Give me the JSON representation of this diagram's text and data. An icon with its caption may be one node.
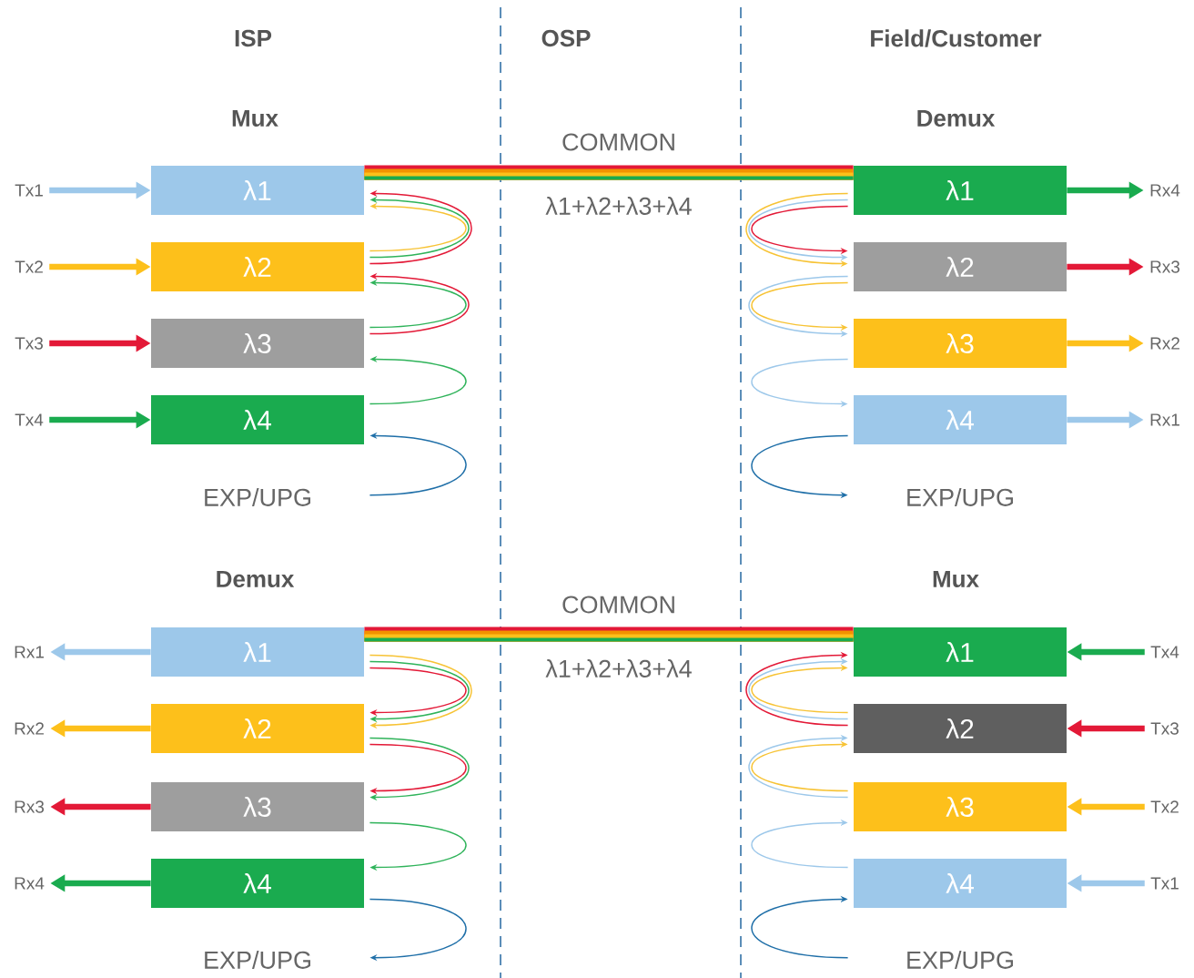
{
  "diagram": {
    "nodes": [
      {
        "text": [
          "Tx1"
        ]
      },
      {
        "text": [
          "λ1"
        ]
      },
      {
        "text": [
          "Tx2"
        ]
      },
      {
        "text": [
          "λ2"
        ]
      },
      {
        "text": [
          "Tx3"
        ]
      },
      {
        "text": [
          "λ3"
        ]
      },
      {
        "text": [
          "Tx4"
        ]
      },
      {
        "text": [
          "λ4"
        ]
      },
      {
        "text": [
          "EXP/UPG"
        ]
      },
      {
        "text": [
          "λ1"
        ]
      },
      {
        "text": [
          "Rx4"
        ]
      },
      {
        "text": [
          "λ2"
        ]
      },
      {
        "text": [
          "Rx3"
        ]
      },
      {
        "text": [
          "λ3"
        ]
      },
      {
        "text": [
          "Rx2"
        ]
      },
      {
        "text": [
          "λ4"
        ]
      },
      {
        "text": [
          "Rx1"
        ]
      },
      {
        "text": [
          "EXP/UPG"
        ]
      },
      {
        "text": [
          "Rx1"
        ]
      },
      {
        "text": [
          "λ1"
        ]
      },
      {
        "text": [
          "Rx2"
        ]
      },
      {
        "text": [
          "λ2"
        ]
      },
      {
        "text": [
          "Rx3"
        ]
      },
      {
        "text": [
          "λ3"
        ]
      },
      {
        "text": [
          "Rx4"
        ]
      },
      {
        "text": [
          "λ4"
        ]
      },
      {
        "text": [
          "EXP/UPG"
        ]
      },
      {
        "text": [
          "λ1"
        ]
      },
      {
        "text": [
          "Tx4"
        ]
      },
      {
        "text": [
          "λ2"
        ]
      },
      {
        "text": [
          "Tx3"
        ]
      },
      {
        "text": [
          "λ3"
        ]
      },
      {
        "text": [
          "Tx2"
        ]
      },
      {
        "text": [
          "λ4"
        ]
      },
      {
        "text": [
          "Tx1"
        ]
      },
      {
        "text": [
          "EXP/UPG"
        ]
      }
    ],
    "edges": [
      {
        "from": 0,
        "to": 1,
        "arrow": "to",
        "style": "thick",
        "color": "#9dc8ea"
      },
      {
        "from": 2,
        "to": 3,
        "arrow": "to",
        "style": "thick",
        "color": "#fdc01b"
      },
      {
        "from": 4,
        "to": 5,
        "arrow": "to",
        "style": "thick",
        "color": "#e31937"
      },
      {
        "from": 6,
        "to": 7,
        "arrow": "to",
        "style": "thick",
        "color": "#1aab4f"
      },
      {
        "from": 9,
        "to": 10,
        "arrow": "to",
        "style": "thick",
        "color": "#1aab4f"
      },
      {
        "from": 11,
        "to": 12,
        "arrow": "to",
        "style": "thick",
        "color": "#e31937"
      },
      {
        "from": 13,
        "to": 14,
        "arrow": "to",
        "style": "thick",
        "color": "#fdc01b"
      },
      {
        "from": 15,
        "to": 16,
        "arrow": "to",
        "style": "thick",
        "color": "#9dc8ea"
      },
      {
        "from": 19,
        "to": 18,
        "arrow": "to",
        "style": "thick",
        "color": "#9dc8ea"
      },
      {
        "from": 21,
        "to": 20,
        "arrow": "to",
        "style": "thick",
        "color": "#fdc01b"
      },
      {
        "from": 23,
        "to": 22,
        "arrow": "to",
        "style": "thick",
        "color": "#e31937"
      },
      {
        "from": 25,
        "to": 24,
        "arrow": "to",
        "style": "thick",
        "color": "#1aab4f"
      },
      {
        "from": 28,
        "to": 27,
        "arrow": "to",
        "style": "thick",
        "color": "#1aab4f"
      },
      {
        "from": 30,
        "to": 29,
        "arrow": "to",
        "style": "thick",
        "color": "#e31937"
      },
      {
        "from": 32,
        "to": 31,
        "arrow": "to",
        "style": "thick",
        "color": "#fdc01b"
      },
      {
        "from": 34,
        "to": 33,
        "arrow": "to",
        "style": "thick",
        "color": "#9dc8ea"
      },
      {
        "from": 1,
        "to": 9,
        "arrow": "none",
        "style": "thick"
      },
      {
        "from": 19,
        "to": 27,
        "arrow": "none",
        "style": "thick"
      },
      {
        "from": 3,
        "to": 1,
        "arrow": "to",
        "color": "#f7c335"
      },
      {
        "from": 3,
        "to": 1,
        "arrow": "to",
        "color": "#2fb35a"
      },
      {
        "from": 3,
        "to": 1,
        "arrow": "to",
        "color": "#e31937"
      },
      {
        "from": 5,
        "to": 3,
        "arrow": "to",
        "color": "#2fb35a"
      },
      {
        "from": 5,
        "to": 3,
        "arrow": "to",
        "color": "#e31937"
      },
      {
        "from": 7,
        "to": 5,
        "arrow": "to",
        "color": "#2fb35a"
      },
      {
        "from": 8,
        "to": 7,
        "arrow": "to",
        "color": "#1f6fa8"
      },
      {
        "from": 9,
        "to": 11,
        "arrow": "to",
        "color": "#e31937"
      },
      {
        "from": 9,
        "to": 11,
        "arrow": "to",
        "color": "#9dc8ea"
      },
      {
        "from": 9,
        "to": 11,
        "arrow": "to",
        "color": "#f7c335"
      },
      {
        "from": 11,
        "to": 13,
        "arrow": "to",
        "color": "#f7c335"
      },
      {
        "from": 11,
        "to": 13,
        "arrow": "to",
        "color": "#9dc8ea"
      },
      {
        "from": 13,
        "to": 15,
        "arrow": "to",
        "color": "#9dc8ea"
      },
      {
        "from": 15,
        "to": 17,
        "arrow": "to",
        "color": "#1f6fa8"
      },
      {
        "from": 19,
        "to": 21,
        "arrow": "to",
        "color": "#e31937"
      },
      {
        "from": 19,
        "to": 21,
        "arrow": "to",
        "color": "#2fb35a"
      },
      {
        "from": 19,
        "to": 21,
        "arrow": "to",
        "color": "#f7c335"
      },
      {
        "from": 21,
        "to": 23,
        "arrow": "to",
        "color": "#e31937"
      },
      {
        "from": 21,
        "to": 23,
        "arrow": "to",
        "color": "#2fb35a"
      },
      {
        "from": 23,
        "to": 25,
        "arrow": "to",
        "color": "#2fb35a"
      },
      {
        "from": 25,
        "to": 26,
        "arrow": "to",
        "color": "#1f6fa8"
      },
      {
        "from": 29,
        "to": 27,
        "arrow": "to",
        "color": "#f7c335"
      },
      {
        "from": 29,
        "to": 27,
        "arrow": "to",
        "color": "#9dc8ea"
      },
      {
        "from": 29,
        "to": 27,
        "arrow": "to",
        "color": "#e31937"
      },
      {
        "from": 31,
        "to": 29,
        "arrow": "to",
        "color": "#f7c335"
      },
      {
        "from": 31,
        "to": 29,
        "arrow": "to",
        "color": "#9dc8ea"
      },
      {
        "from": 33,
        "to": 31,
        "arrow": "to",
        "color": "#9dc8ea"
      },
      {
        "from": 35,
        "to": 33,
        "arrow": "to",
        "color": "#1f6fa8"
      }
    ],
    "labels": [
      "ISP",
      "OSP",
      "Field/Customer",
      "Mux",
      "COMMON",
      "Demux",
      "λ1+λ2+λ3+λ4",
      "Demux",
      "COMMON",
      "Mux",
      "λ1+λ2+λ3+λ4"
    ]
  }
}
